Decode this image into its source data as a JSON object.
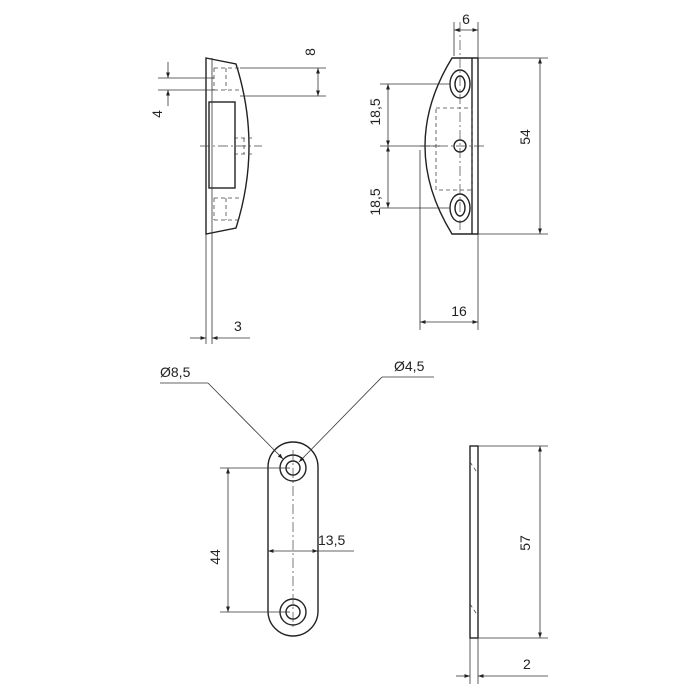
{
  "drawing": {
    "side_view": {
      "dim_slot_offset": "8",
      "dim_slot_height": "4",
      "dim_plate_thickness": "3"
    },
    "front_view": {
      "dim_plate_thickness": "6",
      "dim_upper_pitch": "18,5",
      "dim_lower_pitch": "18,5",
      "dim_height": "54",
      "dim_depth": "16"
    },
    "plate_view": {
      "dim_outer_diameter": "Ø8,5",
      "dim_hole_diameter": "Ø4,5",
      "dim_hole_spacing": "44",
      "dim_width": "13,5"
    },
    "plate_side_view": {
      "dim_length": "57",
      "dim_thickness": "2"
    }
  }
}
